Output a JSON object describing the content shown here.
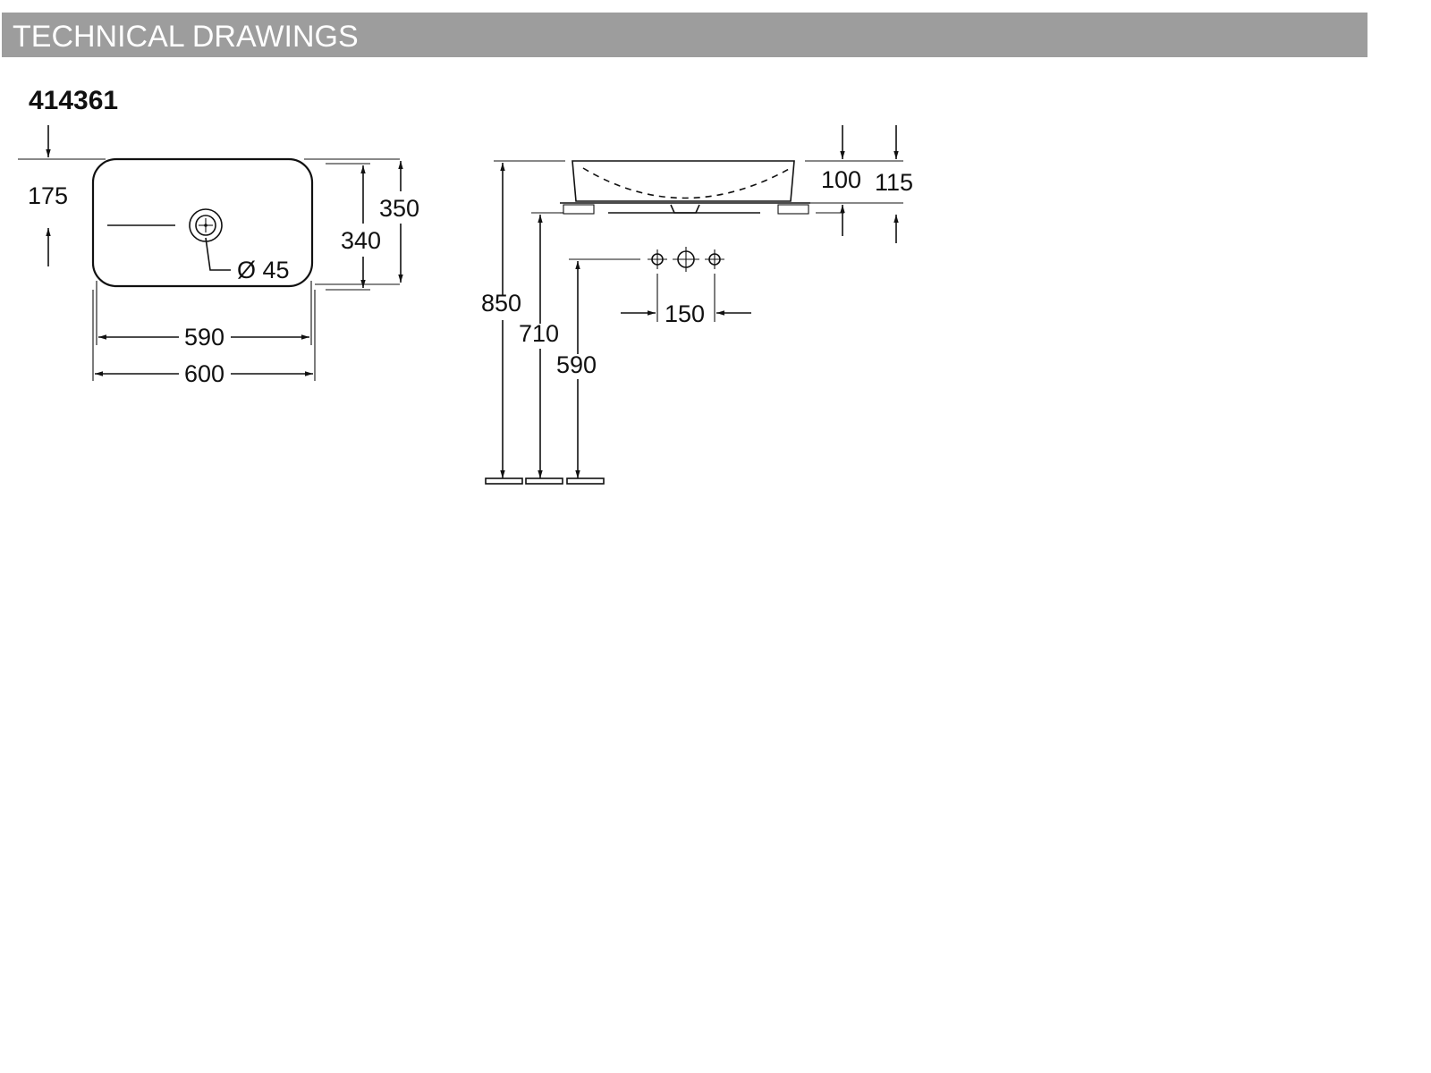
{
  "header": {
    "title": "TECHNICAL DRAWINGS",
    "background": "#9d9d9d",
    "text_color": "#ffffff"
  },
  "product": {
    "code": "414361"
  },
  "top_view": {
    "dim_175": "175",
    "dim_350": "350",
    "dim_340": "340",
    "dim_drain": "Ø 45",
    "dim_590": "590",
    "dim_600": "600"
  },
  "side_view": {
    "dim_100": "100",
    "dim_115": "115",
    "dim_850": "850",
    "dim_710": "710",
    "dim_590": "590",
    "dim_150": "150"
  }
}
